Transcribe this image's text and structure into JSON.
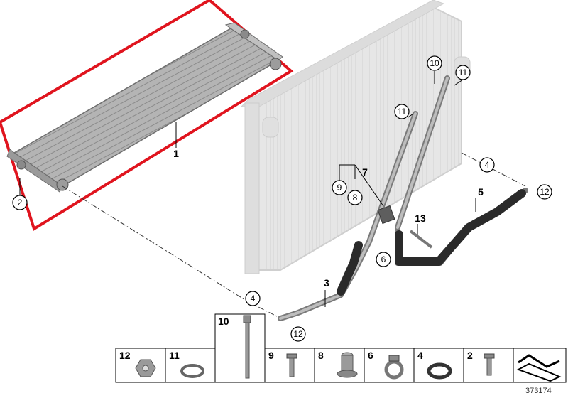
{
  "diagram": {
    "labels": {
      "cooler": "1",
      "pipe_left": "3",
      "hose_right": "5",
      "bracket_group": "7",
      "bolt_13": "13"
    },
    "callouts": {
      "screw_2": "2",
      "oring_4_lower": "4",
      "oring_4_right": "4",
      "clamp_6": "6",
      "part_8": "8",
      "bolt_9": "9",
      "bolt_10": "10",
      "seal_11_a": "11",
      "seal_11_b": "11",
      "nut_12_lower": "12",
      "nut_12_right": "12"
    },
    "legend": [
      {
        "num": "12",
        "part": "hex-nut"
      },
      {
        "num": "11",
        "part": "seal-ring"
      },
      {
        "num": "10",
        "part": "long-bolt"
      },
      {
        "num": "9",
        "part": "screw"
      },
      {
        "num": "8",
        "part": "sleeve"
      },
      {
        "num": "6",
        "part": "clamp"
      },
      {
        "num": "4",
        "part": "o-ring"
      },
      {
        "num": "2",
        "part": "screw"
      },
      {
        "num": "",
        "part": "gasket-symbol"
      }
    ],
    "reference_number": "373174",
    "colors": {
      "highlight": "#e0141e",
      "radiator_ghost": "#e2e2e2",
      "cooler_metal": "#a9a9a9",
      "hose_dark": "#2a2a2a",
      "pipe_metal": "#9a9a9a"
    }
  }
}
